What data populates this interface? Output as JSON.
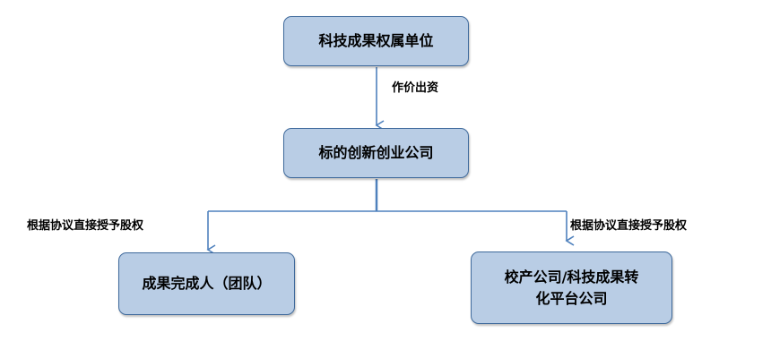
{
  "diagram": {
    "nodes": {
      "top": "科技成果权属单位",
      "middle": "标的创新创业公司",
      "left": "成果完成人（团队）",
      "right_line1": "校产公司/科技成果转",
      "right_line2": "化平台公司"
    },
    "edges": {
      "top_to_middle": "作价出资",
      "middle_to_left": "根据协议直接授予股权",
      "middle_to_right": "根据协议直接授予股权"
    },
    "colors": {
      "box_fill": "#b9cde5",
      "box_border": "#3f6a9c",
      "connector": "#4f81bd"
    }
  }
}
